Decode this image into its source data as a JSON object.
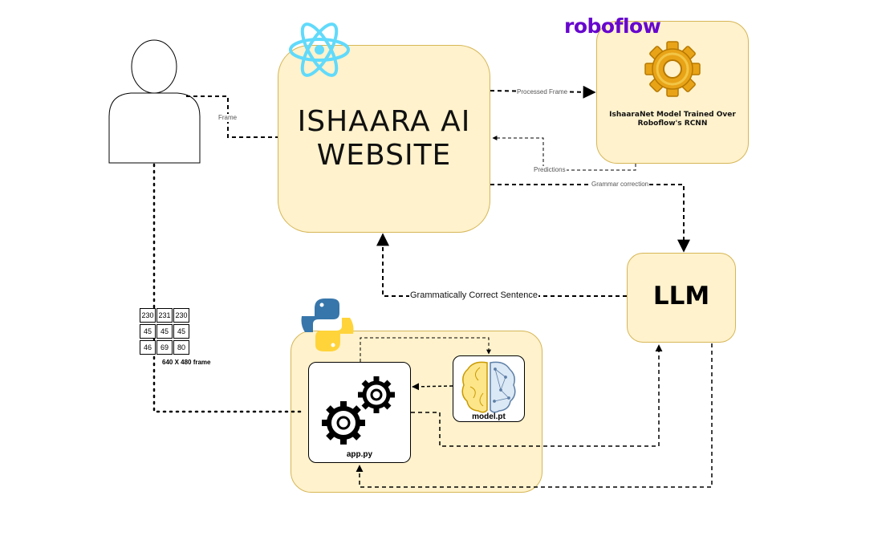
{
  "nodes": {
    "website_title_line1": "ISHAARA AI",
    "website_title_line2": "WEBSITE",
    "roboflow_logo": "roboflow",
    "model_box_line1": "IshaaraNet Model Trained Over",
    "model_box_line2": "Roboflow's RCNN",
    "llm_label": "LLM",
    "app_label": "app.py",
    "model_file_label": "model.pt",
    "frame_grid_caption": "640 X 480 frame"
  },
  "frame_grid": [
    [
      "230",
      "231",
      "230"
    ],
    [
      "45",
      "45",
      "45"
    ],
    [
      "46",
      "69",
      "80"
    ]
  ],
  "edges": {
    "frame": "Frame",
    "processed_frame": "Processed Frame",
    "predictions": "Predictions",
    "grammar_correction": "Grammar correction",
    "grammatically_correct": "Grammatically Correct Sentence"
  },
  "colors": {
    "box_fill": "#fff2cc",
    "box_border": "#d6b656",
    "react_blue": "#61dafb",
    "roboflow_purple": "#6706ce",
    "python_blue": "#3776ab",
    "python_yellow": "#ffd43b"
  },
  "icons": [
    "user-icon",
    "react-logo-icon",
    "gear-icon",
    "python-logo-icon",
    "gears-icon",
    "brain-icon"
  ]
}
